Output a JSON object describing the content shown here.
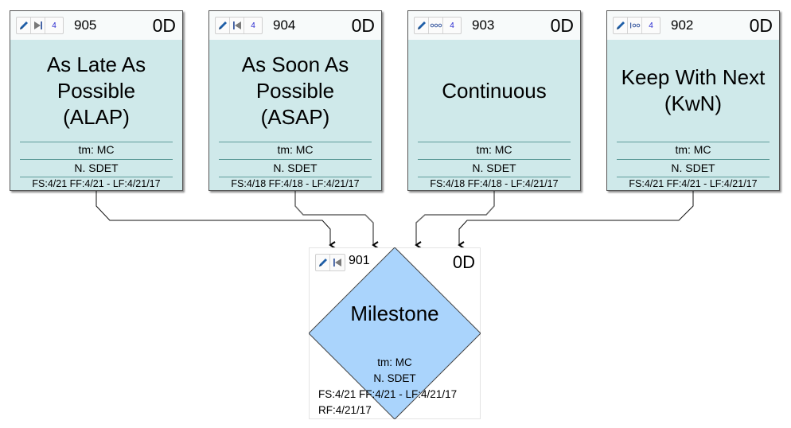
{
  "tasks": [
    {
      "id": "905",
      "duration": "0D",
      "title_lines": [
        "As Late As",
        "Possible",
        "(ALAP)"
      ],
      "team": "tm: MC",
      "resource": "N. SDET",
      "dates": "FS:4/21 FF:4/21 - LF:4/21/17",
      "constraint_icon": "alap-icon",
      "badge": "4"
    },
    {
      "id": "904",
      "duration": "0D",
      "title_lines": [
        "As Soon As",
        "Possible",
        "(ASAP)"
      ],
      "team": "tm: MC",
      "resource": "N. SDET",
      "dates": "FS:4/18 FF:4/18 - LF:4/21/17",
      "constraint_icon": "asap-icon",
      "badge": "4"
    },
    {
      "id": "903",
      "duration": "0D",
      "title_lines": [
        "Continuous"
      ],
      "team": "tm: MC",
      "resource": "N. SDET",
      "dates": "FS:4/18 FF:4/18 - LF:4/21/17",
      "constraint_icon": "continuous-icon",
      "badge": "4"
    },
    {
      "id": "902",
      "duration": "0D",
      "title_lines": [
        "Keep With Next",
        "(KwN)"
      ],
      "team": "tm: MC",
      "resource": "N. SDET",
      "dates": "FS:4/21 FF:4/21 - LF:4/21/17",
      "constraint_icon": "keep-with-next-icon",
      "badge": "4"
    }
  ],
  "milestone": {
    "id": "901",
    "duration": "0D",
    "title": "Milestone",
    "team": "tm: MC",
    "resource": "N. SDET",
    "dates": "FS:4/21 FF:4/21 - LF:4/21/17",
    "rf": "RF:4/21/17",
    "constraint_icon": "asap-icon"
  },
  "colors": {
    "task_fill": "#cfe9ea",
    "milestone_fill": "#aad4fc",
    "icon_blue": "#1f5fa8",
    "icon_gray": "#7a7a7a",
    "badge": "#2a2ad0"
  }
}
